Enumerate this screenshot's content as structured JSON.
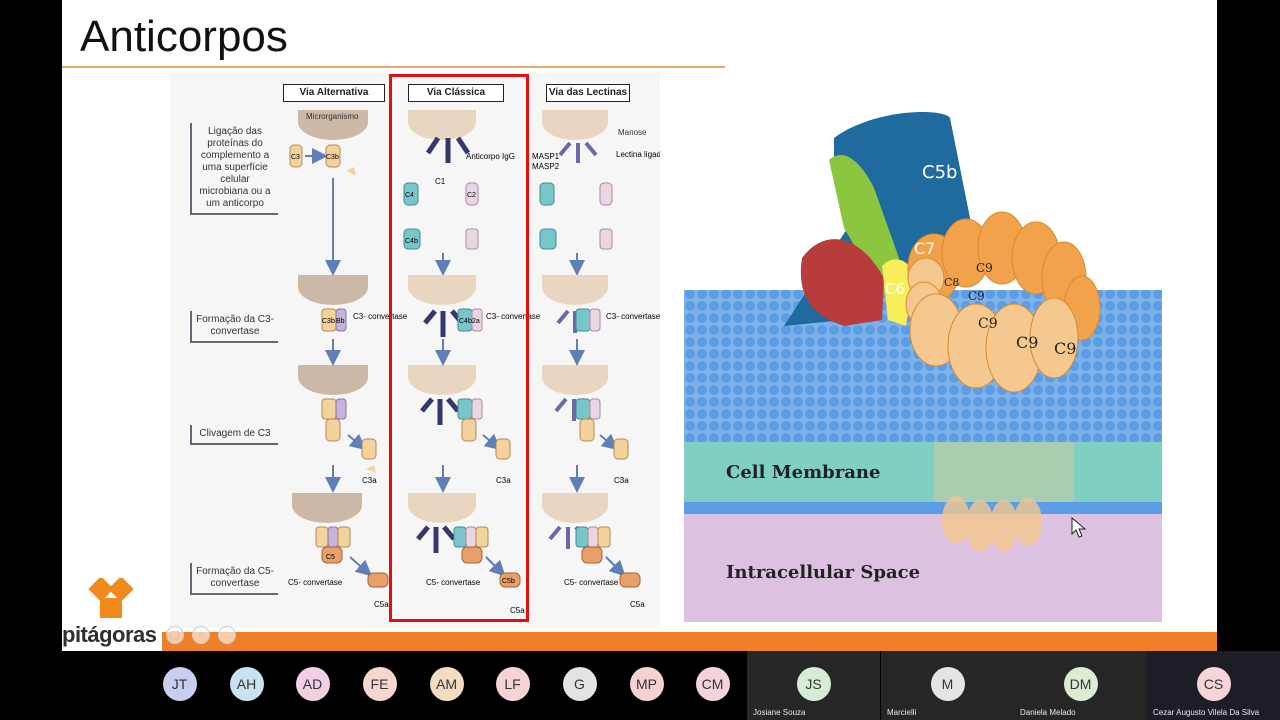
{
  "slide": {
    "title": "Anticorpos",
    "logo_text": "pitágoras",
    "pathways": [
      {
        "label": "Via Alternativa"
      },
      {
        "label": "Via Clássica"
      },
      {
        "label": "Via das Lectinas"
      }
    ],
    "stages": [
      "Ligação das proteínas do complemento a uma superfície celular microbiana ou a um anticorpo",
      "Formação da C3-convertase",
      "Clivagem de C3",
      "Formação da C5-convertase"
    ],
    "annotations": {
      "microrganismo": "Microrganismo",
      "anticorpo_igg": "Anticorpo IgG",
      "manose": "Manose",
      "masp1": "MASP1",
      "masp2": "MASP2",
      "lectina": "Lectina ligadora de manose",
      "c1": "C1",
      "c3": "C3",
      "c3b": "C3b",
      "bb": "Bb",
      "c4": "C4",
      "c2": "C2",
      "c4b": "C4b",
      "c2a": "2a",
      "c3a": "C3a",
      "c5": "C5",
      "c5b": "C5b",
      "c5a": "C5a",
      "c3_convertase": "C3- convertase",
      "c5_convertase": "C5- convertase"
    },
    "mac": {
      "c5b": "C5b",
      "c6": "C6",
      "c7": "C7",
      "c8": "C8",
      "c9": "C9",
      "cell_membrane": "Cell Membrane",
      "intracellular": "Intracellular Space"
    }
  },
  "participants": [
    {
      "initials": "JT",
      "color": "#c9cdf0"
    },
    {
      "initials": "AH",
      "color": "#c8e2f2"
    },
    {
      "initials": "AD",
      "color": "#f2cfe3"
    },
    {
      "initials": "FE",
      "color": "#f7d6cf"
    },
    {
      "initials": "AM",
      "color": "#f3dcc0"
    },
    {
      "initials": "LF",
      "color": "#f6d4d4"
    },
    {
      "initials": "G",
      "color": "#e3e3e3"
    },
    {
      "initials": "MP",
      "color": "#f7d0d0"
    },
    {
      "initials": "CM",
      "color": "#f4d3d9"
    },
    {
      "initials": "JS",
      "name": "Josiane Souza",
      "color": "#d6ecd6"
    },
    {
      "initials": "M",
      "name": "Marcielli",
      "color": "#e4e4e4"
    },
    {
      "initials": "DM",
      "name": "Daniela Melado",
      "color": "#dcecd2"
    },
    {
      "initials": "CS",
      "name": "Cezar Augusto Vilela Da Silva",
      "color": "#f5d5d8"
    }
  ]
}
